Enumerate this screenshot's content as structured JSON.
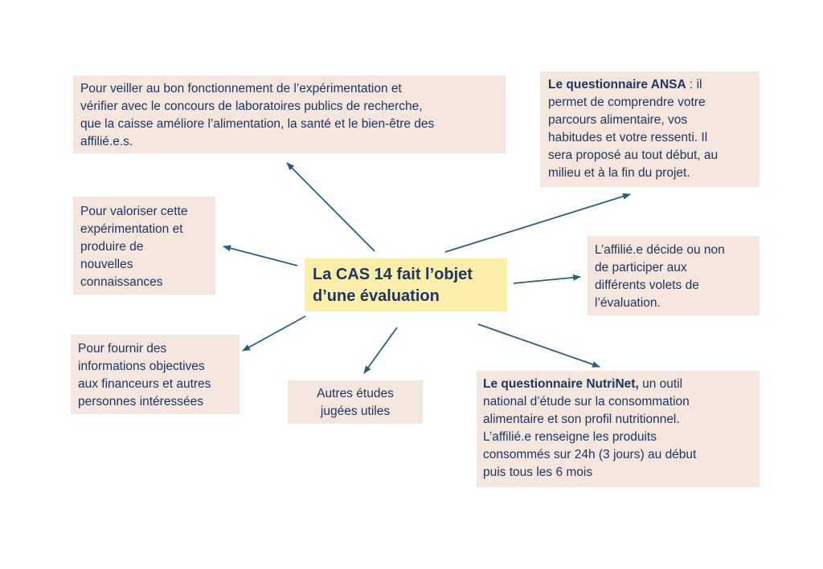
{
  "center": {
    "line1": "La CAS 14 fait l’objet",
    "line2": "d’une évaluation"
  },
  "boxes": {
    "top": {
      "line1": "Pour veiller au bon fonctionnement de l’expérimentation et",
      "line2": "vérifier avec le concours de laboratoires publics de recherche,",
      "line3": "que la caisse améliore l’alimentation, la santé et le bien-être des",
      "line4": "affilié.e.s."
    },
    "left_mid": {
      "line1": "Pour valoriser cette",
      "line2": "expérimentation et",
      "line3": "produire de",
      "line4": "nouvelles",
      "line5": "connaissances"
    },
    "left_bottom": {
      "line1": "Pour fournir des",
      "line2": "informations objectives",
      "line3": "aux financeurs et autres",
      "line4": "personnes intéressées"
    },
    "bottom_center": {
      "line1": "Autres études",
      "line2": "jugées utiles"
    },
    "right_top": {
      "bold": "Le questionnaire ANSA",
      "line1_rest": " : il",
      "line2": "permet de comprendre votre",
      "line3": "parcours alimentaire, vos",
      "line4": "habitudes et votre ressenti. Il",
      "line5": "sera proposé au tout début, au",
      "line6": "milieu et à la fin du projet."
    },
    "right_mid": {
      "line1": "L’affilié.e décide ou non",
      "line2": "de participer aux",
      "line3": "différents volets de",
      "line4": "l’évaluation."
    },
    "right_bottom": {
      "bold": "Le questionnaire NutriNet,",
      "line1_rest": " un outil",
      "line2": "national d’étude sur la consommation",
      "line3": "alimentaire et son profil nutritionnel.",
      "line4": "L’affilié.e renseigne les produits",
      "line5": "consommés sur 24h (3 jours) au début",
      "line6": "puis tous les 6 mois"
    }
  },
  "colors": {
    "text": "#1f3564",
    "box_fill": "#f4e6dd",
    "center_fill": "#fbeea8",
    "arrow": "#2a5d85"
  }
}
